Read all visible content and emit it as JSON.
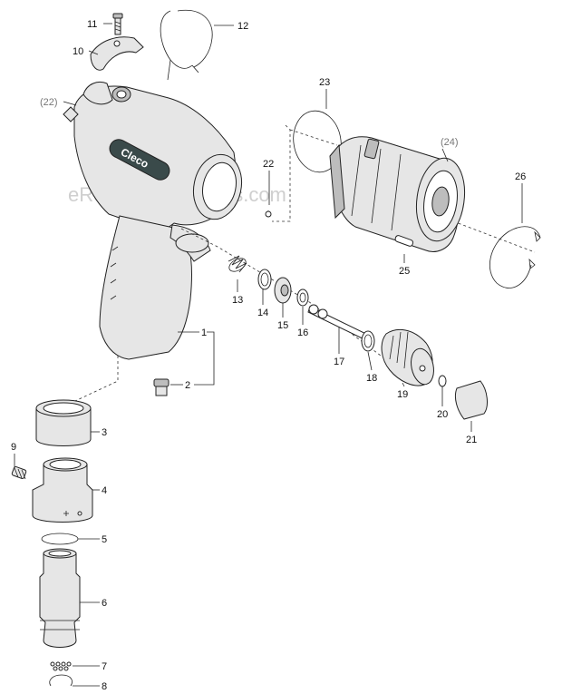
{
  "watermark": "eReplacementParts.com",
  "brand_logo": "Cleco",
  "callouts": [
    {
      "id": "c11",
      "text": "11"
    },
    {
      "id": "c12",
      "text": "12"
    },
    {
      "id": "c10",
      "text": "10"
    },
    {
      "id": "c22ref",
      "text": "(22)"
    },
    {
      "id": "c23",
      "text": "23"
    },
    {
      "id": "c24ref",
      "text": "(24)"
    },
    {
      "id": "c22",
      "text": "22"
    },
    {
      "id": "c26",
      "text": "26"
    },
    {
      "id": "c25",
      "text": "25"
    },
    {
      "id": "c13",
      "text": "13"
    },
    {
      "id": "c14",
      "text": "14"
    },
    {
      "id": "c15",
      "text": "15"
    },
    {
      "id": "c16",
      "text": "16"
    },
    {
      "id": "c17",
      "text": "17"
    },
    {
      "id": "c18",
      "text": "18"
    },
    {
      "id": "c19",
      "text": "19"
    },
    {
      "id": "c20",
      "text": "20"
    },
    {
      "id": "c21",
      "text": "21"
    },
    {
      "id": "c1",
      "text": "1"
    },
    {
      "id": "c2",
      "text": "2"
    },
    {
      "id": "c3",
      "text": "3"
    },
    {
      "id": "c9",
      "text": "9"
    },
    {
      "id": "c4",
      "text": "4"
    },
    {
      "id": "c5",
      "text": "5"
    },
    {
      "id": "c6",
      "text": "6"
    },
    {
      "id": "c7",
      "text": "7"
    },
    {
      "id": "c8",
      "text": "8"
    }
  ]
}
